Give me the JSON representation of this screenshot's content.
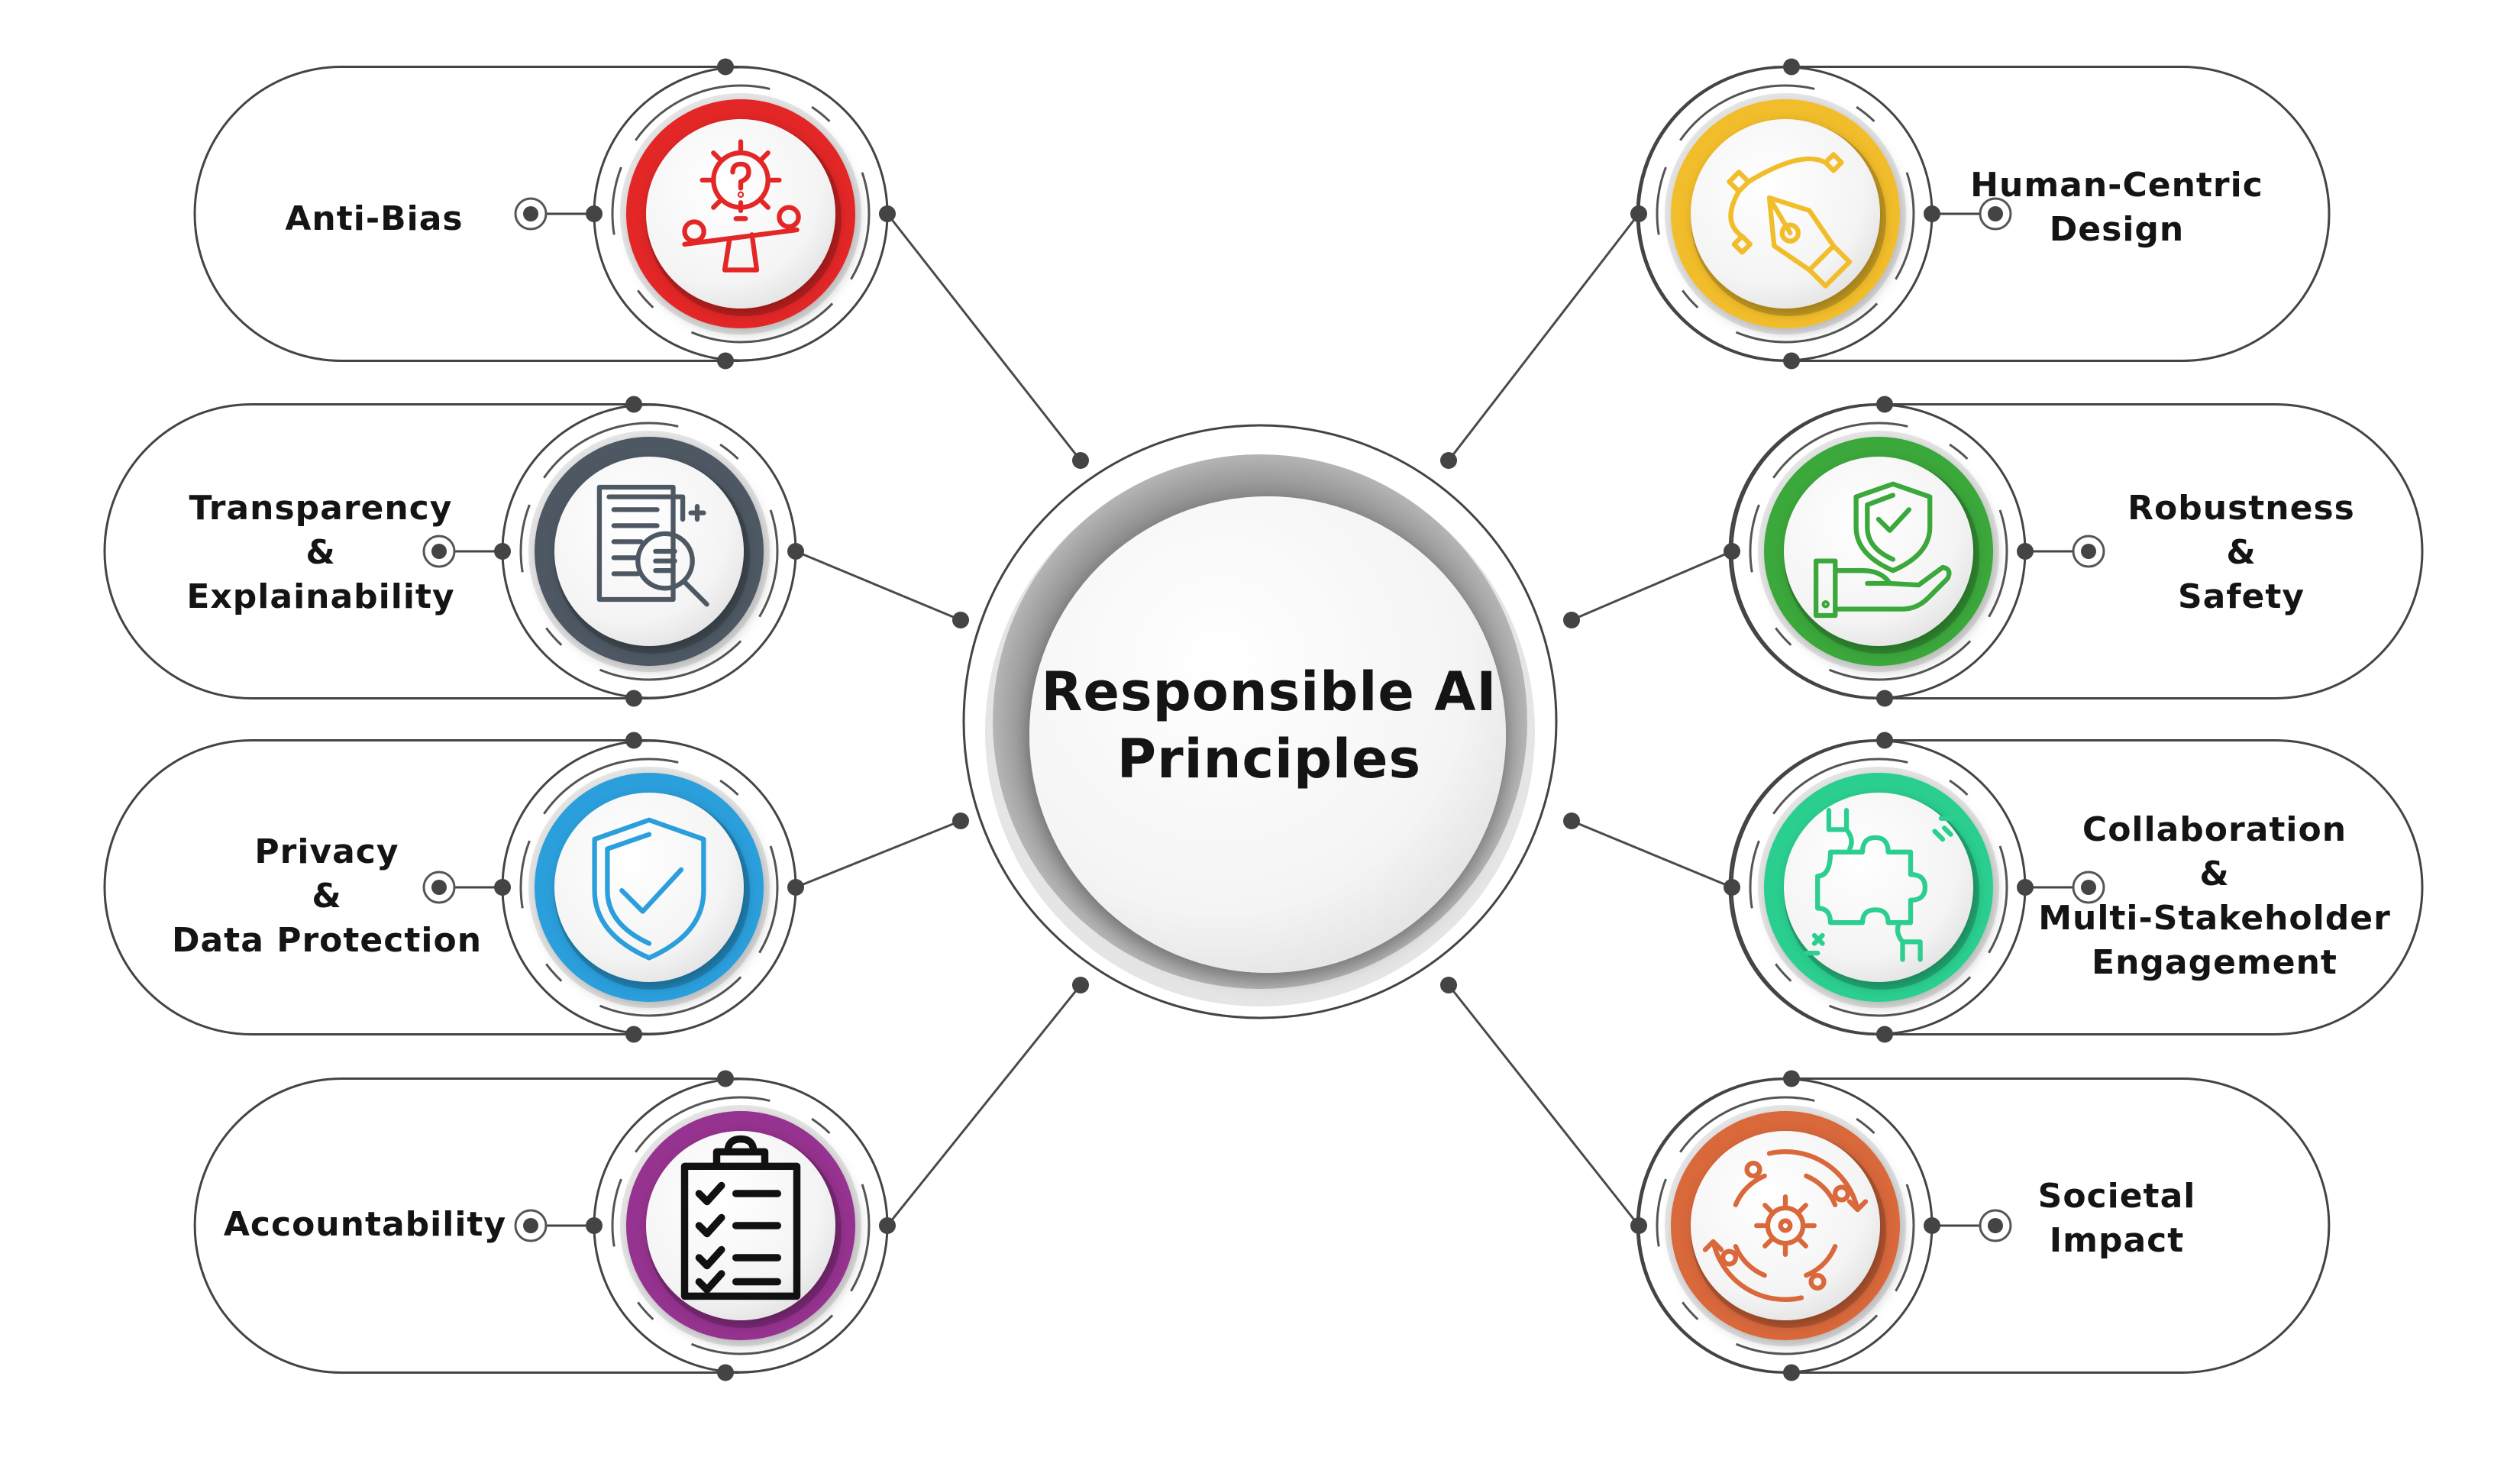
{
  "title": {
    "line1": "Responsible AI",
    "line2": "Principles"
  },
  "principles": [
    {
      "lines": [
        "Anti-Bias"
      ],
      "color": "#e32626",
      "icon": "seesaw-gear-question-icon"
    },
    {
      "lines": [
        "Transparency",
        "&",
        "Explainability"
      ],
      "color": "#4d5863",
      "icon": "document-magnifier-icon"
    },
    {
      "lines": [
        "Privacy",
        "&",
        "Data Protection"
      ],
      "color": "#2a9fdc",
      "icon": "shield-check-icon"
    },
    {
      "lines": [
        "Accountability"
      ],
      "color": "#96308f",
      "icon": "clipboard-checklist-icon"
    },
    {
      "lines": [
        "Human-Centric",
        "Design"
      ],
      "color": "#f2bd2b",
      "icon": "pen-tool-icon"
    },
    {
      "lines": [
        "Robustness",
        "&",
        "Safety"
      ],
      "color": "#3aa83a",
      "icon": "hand-shield-icon"
    },
    {
      "lines": [
        "Collaboration",
        "&",
        "Multi-Stakeholder",
        "Engagement"
      ],
      "color": "#2ccf8f",
      "icon": "puzzle-hands-icon"
    },
    {
      "lines": [
        "Societal",
        "Impact"
      ],
      "color": "#d9683a",
      "icon": "gear-cycle-icon"
    }
  ]
}
